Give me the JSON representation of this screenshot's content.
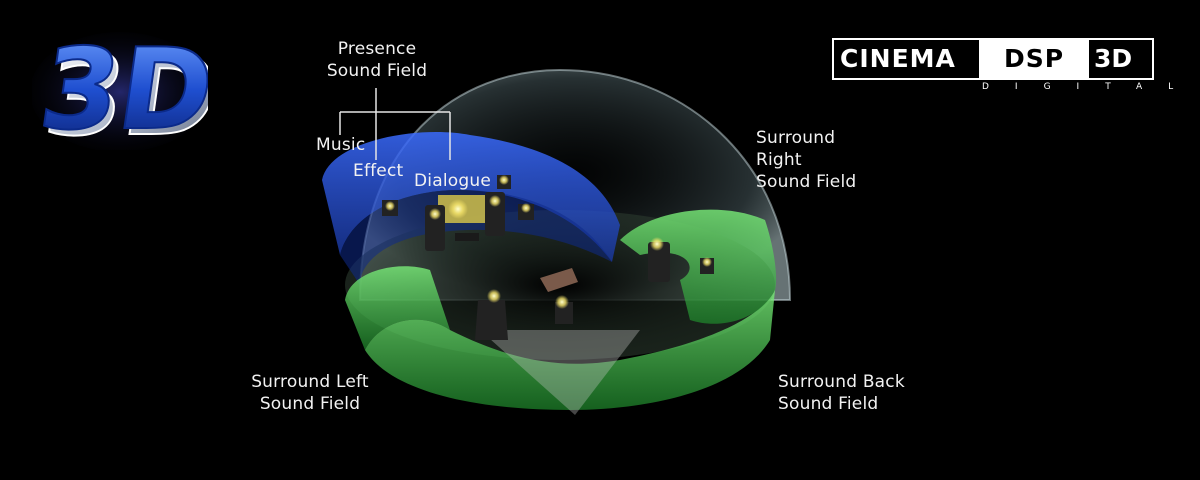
{
  "badge": {
    "text": "3D"
  },
  "logo": {
    "cinema": "CINEMA",
    "dsp": "DSP",
    "three_d": "3D",
    "sub": "DIGITAL"
  },
  "labels": {
    "presence_line1": "Presence",
    "presence_line2": "Sound Field",
    "music": "Music",
    "effect": "Effect",
    "dialogue": "Dialogue",
    "surround_right_1": "Surround",
    "surround_right_2": "Right",
    "surround_right_3": "Sound Field",
    "surround_left_1": "Surround Left",
    "surround_left_2": "Sound Field",
    "surround_back_1": "Surround Back",
    "surround_back_2": "Sound Field"
  },
  "colors": {
    "background": "#000000",
    "presence_field": "#2a56d6",
    "surround_field": "#3fc24a",
    "dome": "#9fb4b8",
    "badge_blue": "#1f4fd0",
    "badge_silver": "#cfd6e6"
  }
}
